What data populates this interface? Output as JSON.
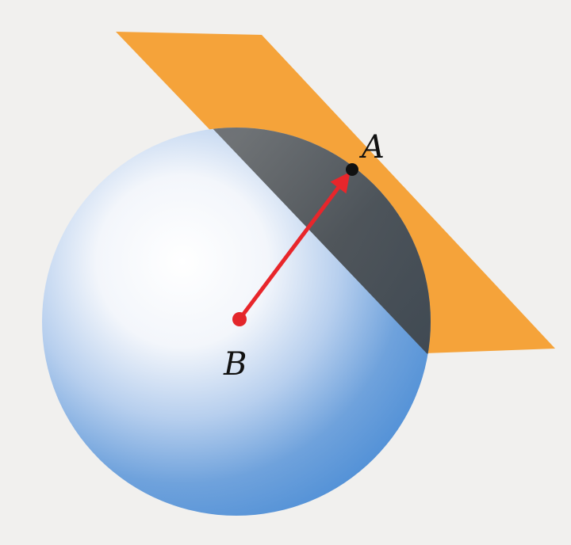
{
  "diagram": {
    "points": [
      {
        "id": "A",
        "label": "A"
      },
      {
        "id": "B",
        "label": "B"
      }
    ],
    "colors": {
      "background": "#f1f0ee",
      "plane": "#f5a33a",
      "sphere_light": "#ffffff",
      "sphere_mid": "#c9d9ee",
      "sphere_dark": "#5b96d8",
      "cap_shadow": "#4b4f53",
      "vector": "#e8262b",
      "point_a": "#111111",
      "point_b": "#e3262b"
    },
    "vector": {
      "from": "B",
      "to": "A"
    }
  }
}
